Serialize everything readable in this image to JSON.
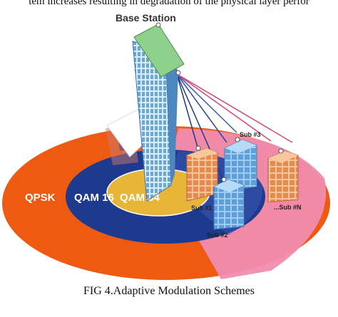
{
  "header_text": "tem increases resulting in degradation of the physical layer perfor",
  "base_station_label": "Base Station",
  "rings": {
    "outer_label": "QPSK",
    "middle_label": "QAM 16",
    "inner_label": "QAM 64"
  },
  "subscribers": {
    "sub1": "Sub #1",
    "sub2": "Sub #2",
    "sub3": "Sub #3",
    "subN": "...Sub #N"
  },
  "caption": "FIG 4.Adaptive Modulation Schemes",
  "colors": {
    "outer_ring": "#ee5a12",
    "outer_ring_pink": "#ef8db0",
    "middle_ring": "#1e3a8e",
    "inner_ring": "#e7b538",
    "building_blue": "#7fb6e8",
    "building_orange": "#f0a674",
    "tower_green": "#8ed18d"
  }
}
